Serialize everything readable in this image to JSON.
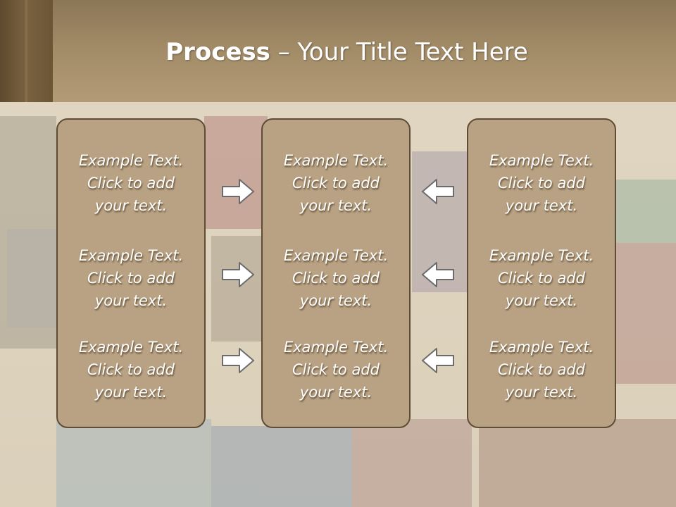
{
  "title": {
    "bold": "Process",
    "rest": " – Your Title Text Here"
  },
  "panels": {
    "left": {
      "items": [
        {
          "l1": "Example Text.",
          "l2": "Click  to add",
          "l3": "your text."
        },
        {
          "l1": "Example Text.",
          "l2": "Click  to add",
          "l3": "your text."
        },
        {
          "l1": "Example Text.",
          "l2": "Click  to add",
          "l3": "your text."
        }
      ]
    },
    "middle": {
      "items": [
        {
          "l1": "Example Text.",
          "l2": "Click  to add",
          "l3": "your text."
        },
        {
          "l1": "Example Text.",
          "l2": "Click  to add",
          "l3": "your text."
        },
        {
          "l1": "Example Text.",
          "l2": "Click  to add",
          "l3": "your text."
        }
      ]
    },
    "right": {
      "items": [
        {
          "l1": "Example Text.",
          "l2": "Click  to add",
          "l3": "your text."
        },
        {
          "l1": "Example Text.",
          "l2": "Click  to add",
          "l3": "your text."
        },
        {
          "l1": "Example Text.",
          "l2": "Click  to add",
          "l3": "your text."
        }
      ]
    }
  },
  "arrows": {
    "left_group": "arrow-right-icon",
    "right_group": "arrow-left-icon"
  },
  "colors": {
    "panel_fill": "#b8a283",
    "panel_border": "#5f4c36",
    "header": "#a18a66",
    "text": "#ffffff"
  }
}
